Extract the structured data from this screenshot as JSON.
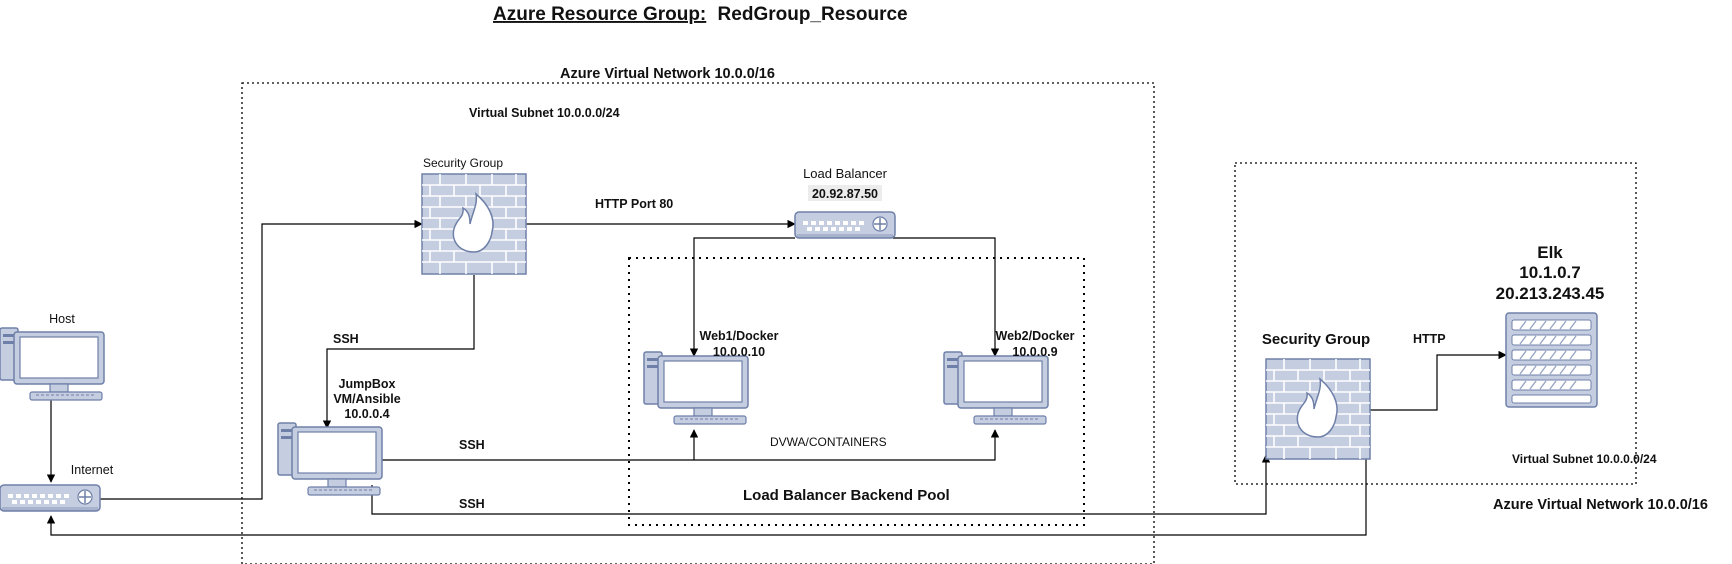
{
  "title": {
    "prefix": "Azure Resource Group:",
    "name": "RedGroup_Resource"
  },
  "regions": {
    "vnet_main": "Azure Virtual Network 10.0.0/16",
    "subnet_main": "Virtual Subnet 10.0.0.0/24",
    "backend_pool": "Load Balancer Backend Pool",
    "subnet_elk": "Virtual Subnet 10.0.0.0/24",
    "vnet_elk": "Azure Virtual Network 10.0.0/16",
    "containers": "DVWA/CONTAINERS"
  },
  "nodes": {
    "host": {
      "label": "Host",
      "icon": "computer-icon"
    },
    "internet": {
      "label": "Internet",
      "icon": "router-icon"
    },
    "sg_main": {
      "label": "Security Group",
      "icon": "firewall-icon"
    },
    "lb": {
      "label": "Load Balancer",
      "ip": "20.92.87.50",
      "icon": "load-balancer-icon"
    },
    "jumpbox": {
      "line1": "JumpBox",
      "line2": "VM/Ansible",
      "line3": "10.0.0.4",
      "icon": "computer-icon"
    },
    "web1": {
      "line1": "Web1/Docker",
      "line2": "10.0.0.10",
      "icon": "computer-icon"
    },
    "web2": {
      "line1": "Web2/Docker",
      "line2": "10.0.0.9",
      "icon": "computer-icon"
    },
    "sg_elk": {
      "label": "Security Group",
      "icon": "firewall-icon"
    },
    "elk": {
      "line1": "Elk",
      "line2": "10.1.0.7",
      "line3": "20.213.243.45",
      "icon": "server-icon"
    }
  },
  "edges": {
    "http_port": "HTTP Port 80",
    "ssh_sg": "SSH",
    "ssh_web": "SSH",
    "ssh_elk": "SSH",
    "http_elk": "HTTP"
  },
  "colors": {
    "icon_fill": "#c5cde0",
    "icon_stroke": "#6f80a8",
    "line": "#000000"
  }
}
